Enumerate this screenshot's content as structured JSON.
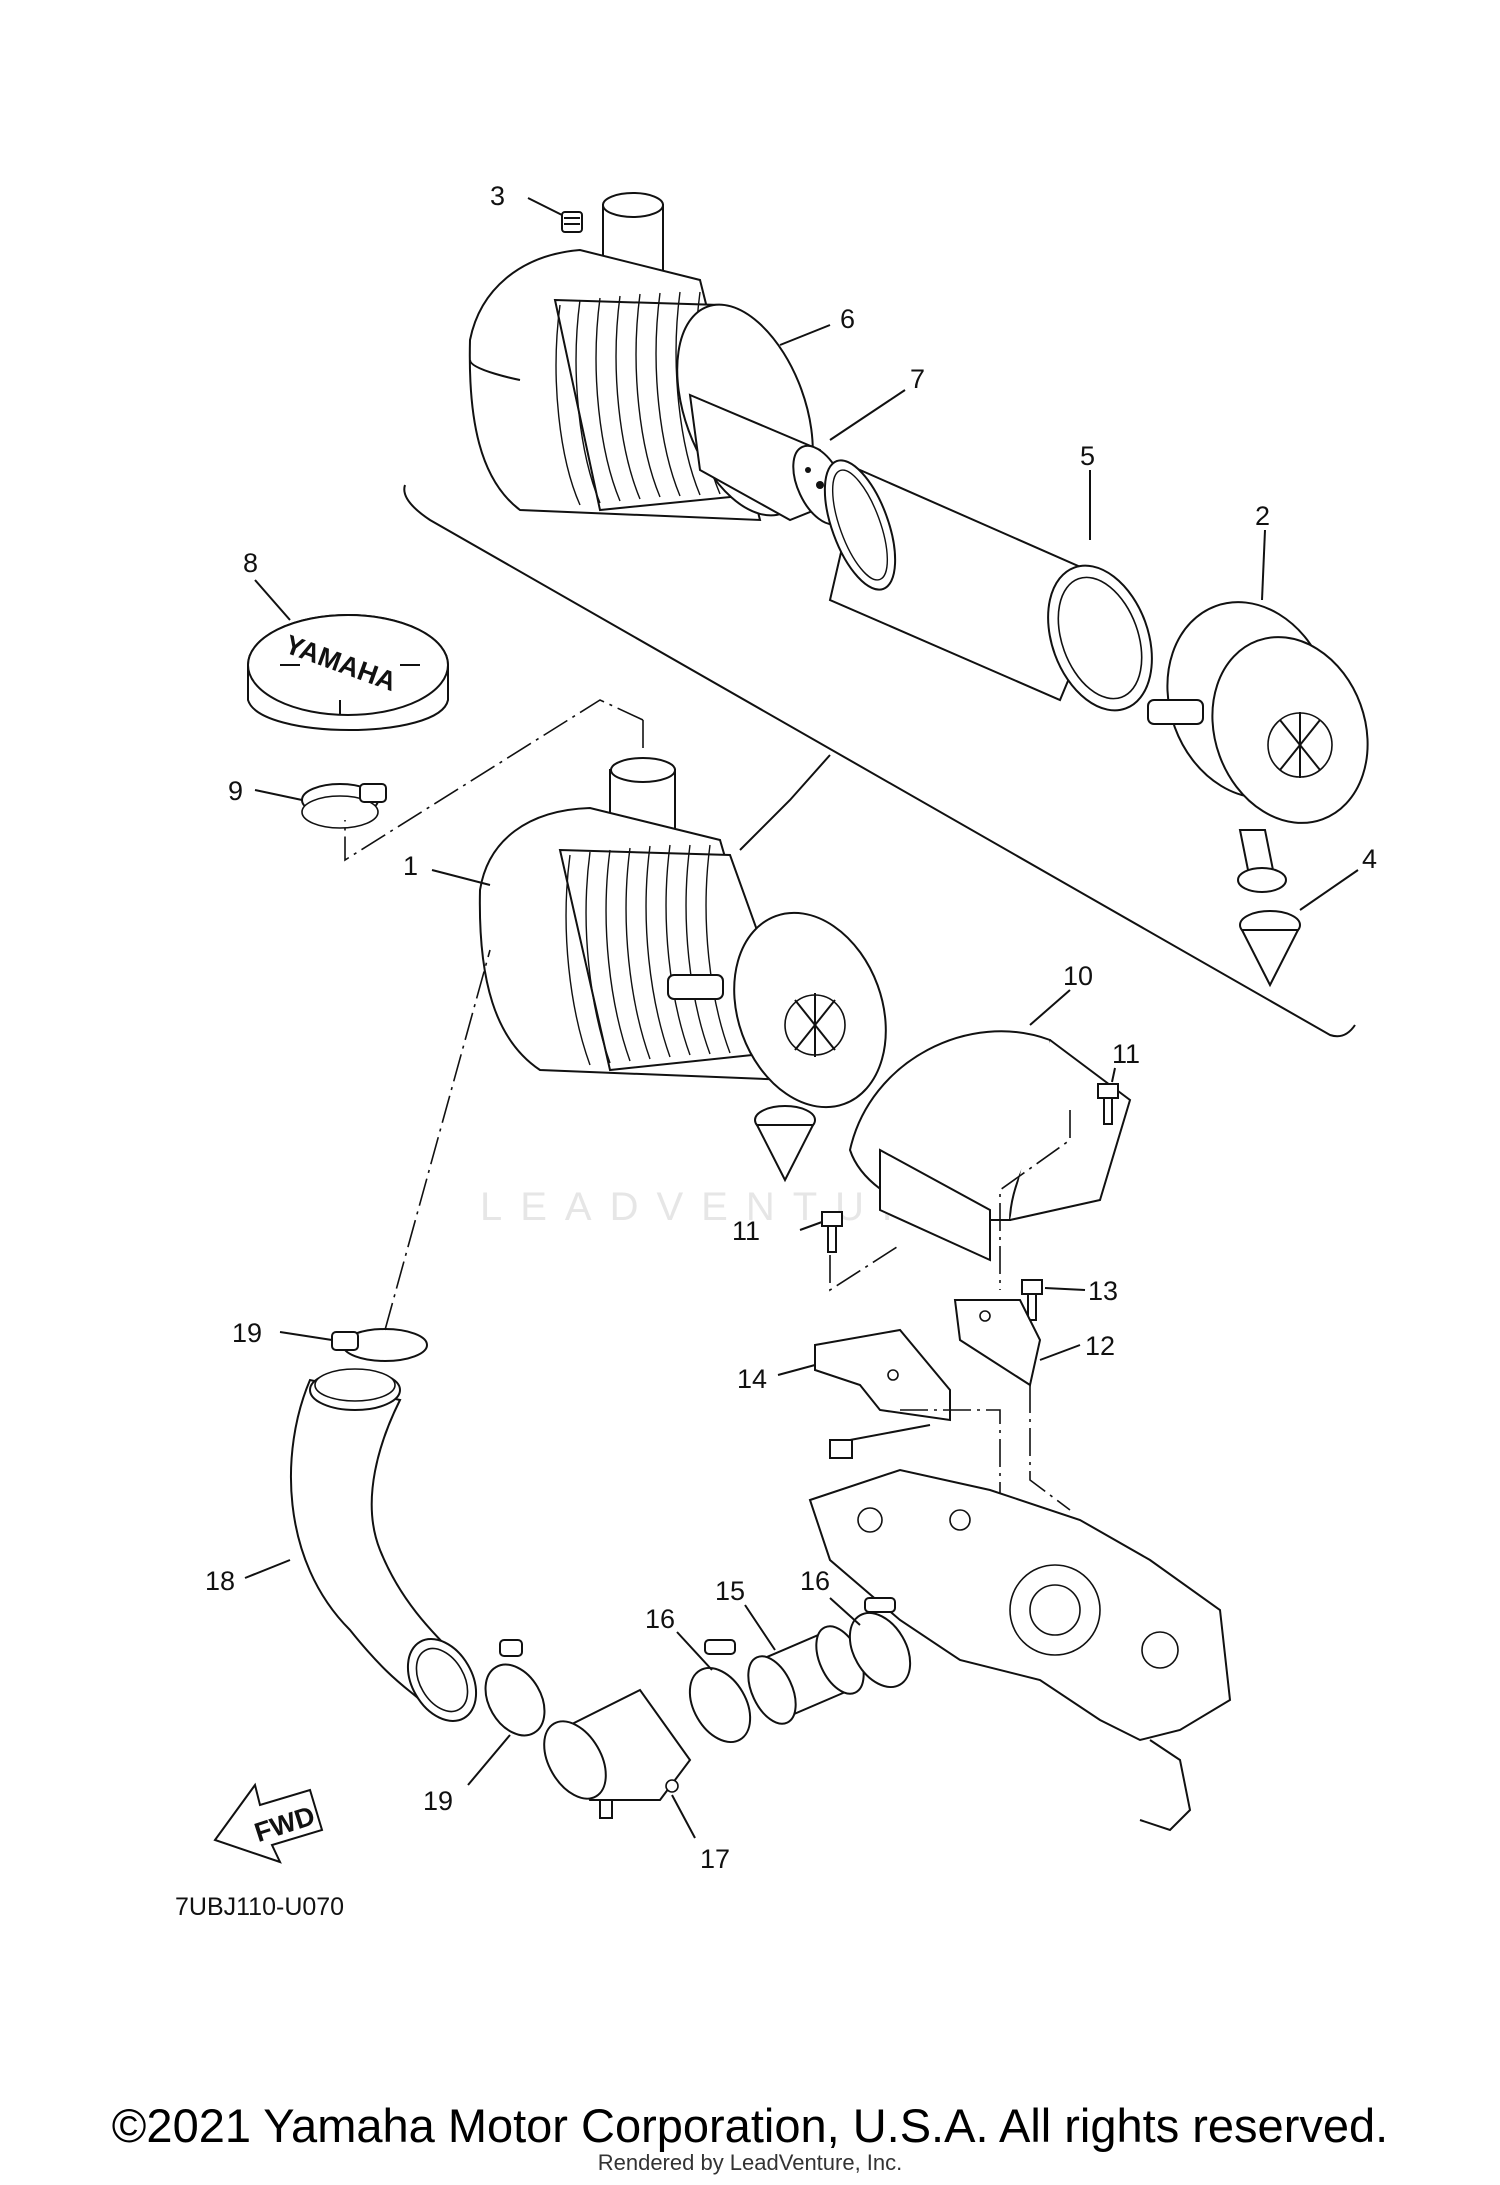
{
  "parts": [
    {
      "id": "p1",
      "label": "1"
    },
    {
      "id": "p2",
      "label": "2"
    },
    {
      "id": "p3",
      "label": "3"
    },
    {
      "id": "p4",
      "label": "4"
    },
    {
      "id": "p5",
      "label": "5"
    },
    {
      "id": "p6",
      "label": "6"
    },
    {
      "id": "p7",
      "label": "7"
    },
    {
      "id": "p8",
      "label": "8"
    },
    {
      "id": "p9",
      "label": "9"
    },
    {
      "id": "p10",
      "label": "10"
    },
    {
      "id": "p11a",
      "label": "11"
    },
    {
      "id": "p11b",
      "label": "11"
    },
    {
      "id": "p12",
      "label": "12"
    },
    {
      "id": "p13",
      "label": "13"
    },
    {
      "id": "p14",
      "label": "14"
    },
    {
      "id": "p15",
      "label": "15"
    },
    {
      "id": "p16a",
      "label": "16"
    },
    {
      "id": "p16b",
      "label": "16"
    },
    {
      "id": "p17",
      "label": "17"
    },
    {
      "id": "p18",
      "label": "18"
    },
    {
      "id": "p19a",
      "label": "19"
    },
    {
      "id": "p19b",
      "label": "19"
    }
  ],
  "cap_logo": "YAMAHA",
  "fwd_label": "FWD",
  "diagram_code": "7UBJ110-U070",
  "watermark": "LEADVENTURE",
  "copyright": "©2021 Yamaha Motor Corporation, U.S.A. All rights reserved.",
  "rendered_by": "Rendered by LeadVenture, Inc."
}
